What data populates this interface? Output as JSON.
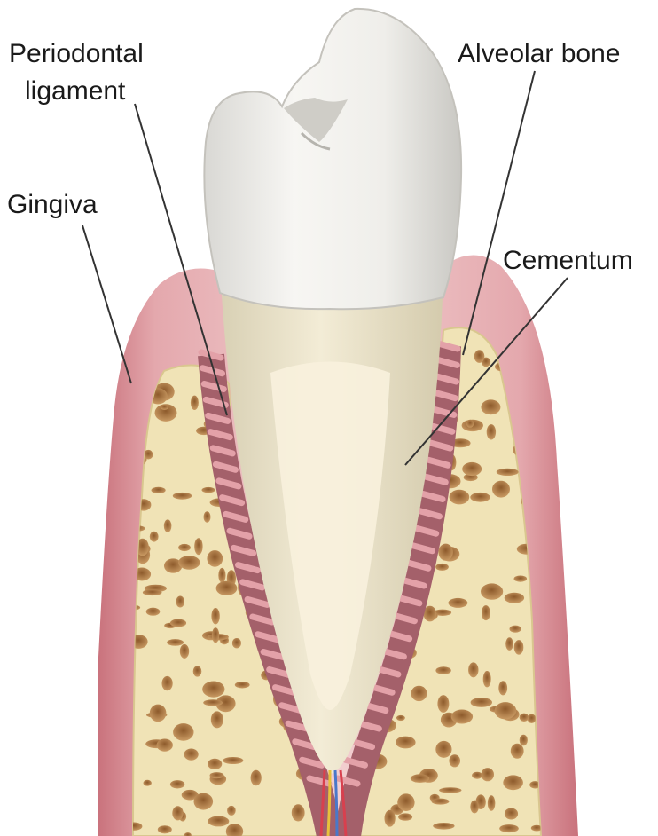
{
  "labels": {
    "periodontal_line1": "Periodontal",
    "periodontal_line2": "ligament",
    "alveolar_bone": "Alveolar bone",
    "gingiva": "Gingiva",
    "cementum": "Cementum"
  },
  "colors": {
    "gingiva": "#d98c93",
    "gingiva_light": "#f0c6c8",
    "bone": "#f0e3b6",
    "bone_pore": "#b9824b",
    "ligament": "#a4606a",
    "ligament_fiber": "#e3a1a8",
    "crown": "#f1f0ec",
    "root": "#ece4c8",
    "pulp": "#f8f1dd",
    "leader": "#333333"
  }
}
